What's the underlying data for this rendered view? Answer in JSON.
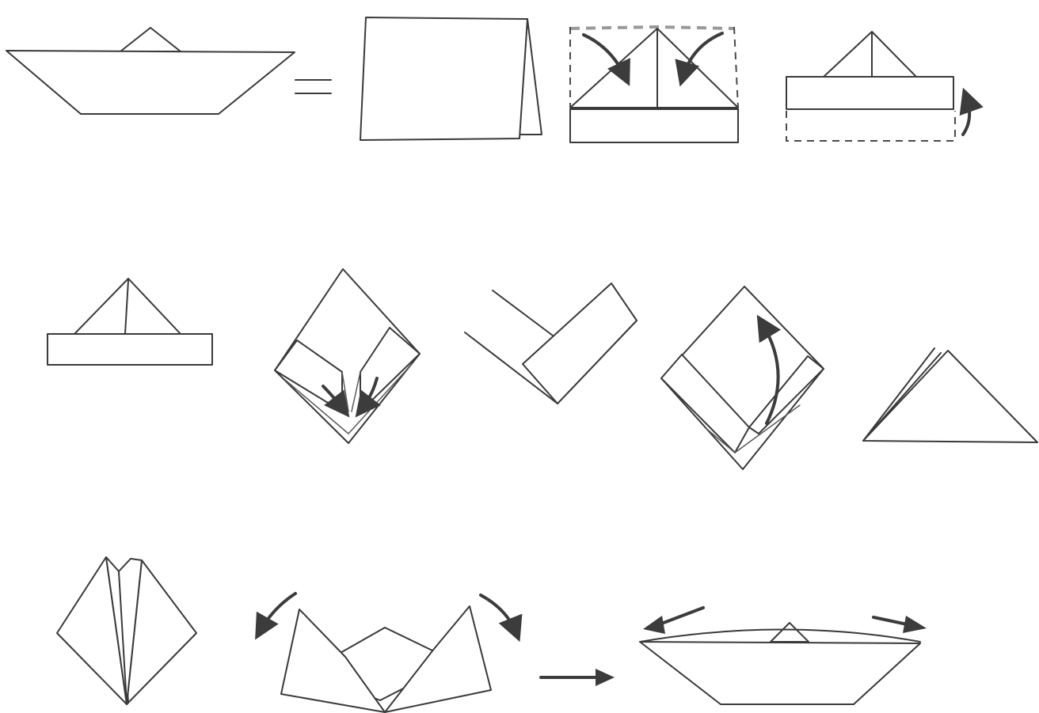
{
  "colors": {
    "background": "#ffffff",
    "line": "#3a3a3a",
    "arrow": "#3c3c3c"
  },
  "steps": [
    {
      "id": "finished-boat-preview"
    },
    {
      "id": "equals-sign"
    },
    {
      "id": "folded-sheet"
    },
    {
      "id": "fold-corners-to-center"
    },
    {
      "id": "fold-bottom-strip-up"
    },
    {
      "id": "paper-hat"
    },
    {
      "id": "open-hat-into-square"
    },
    {
      "id": "folded-corner-detail"
    },
    {
      "id": "fold-bottom-up"
    },
    {
      "id": "triangle"
    },
    {
      "id": "open-into-diamond"
    },
    {
      "id": "pull-points-apart"
    },
    {
      "id": "next-step-arrow"
    },
    {
      "id": "finished-boat"
    }
  ],
  "icons": [
    "curved-arrow-icon",
    "straight-arrow-icon",
    "equals-icon"
  ]
}
